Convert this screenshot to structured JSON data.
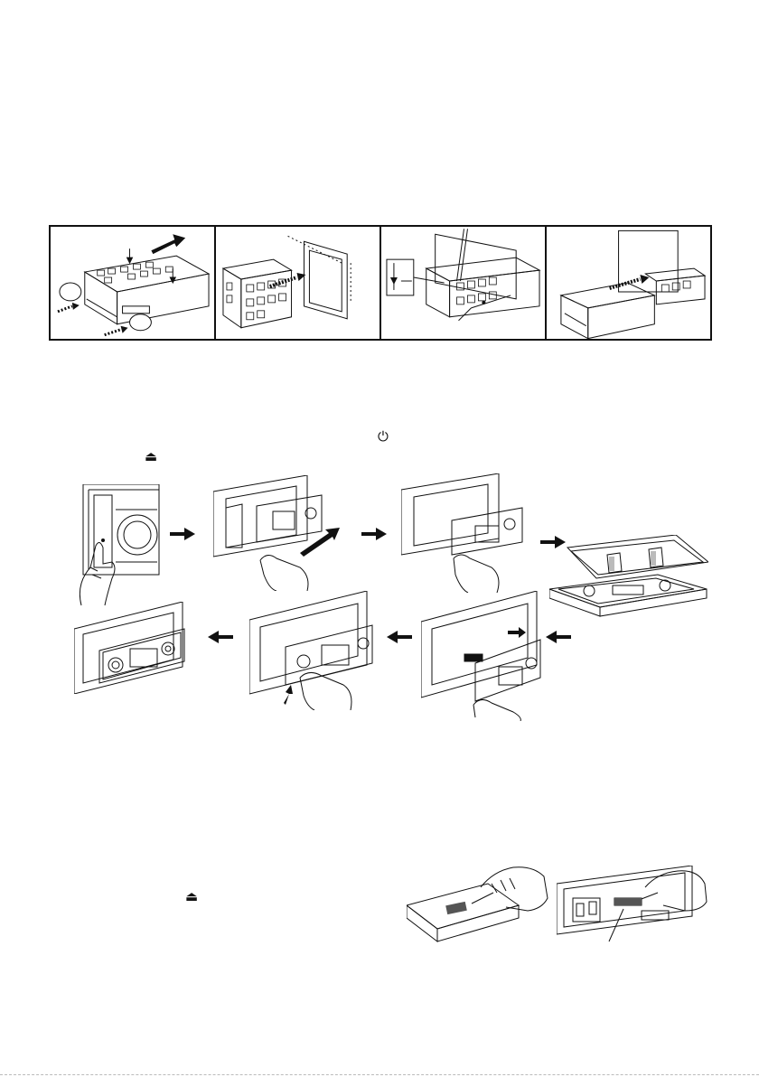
{
  "icons": {
    "power": "⏻",
    "eject": "⏏",
    "arrow_right": "right-arrow",
    "arrow_left": "left-arrow"
  },
  "figures": {
    "installation_steps": [
      "sleeve-removal-panel",
      "cage-and-trim-panel",
      "dashboard-cage-bending-panel",
      "unit-insertion-panel"
    ],
    "panel_removal_sequence": [
      "press-release-button",
      "pull-panel-right-side",
      "detach-panel",
      "store-panel-in-case",
      "reattach-left-side",
      "press-panel-into-place",
      "panel-fitted-unit"
    ],
    "cleaning": [
      "clean-panel-contacts",
      "clean-unit-contacts"
    ]
  }
}
